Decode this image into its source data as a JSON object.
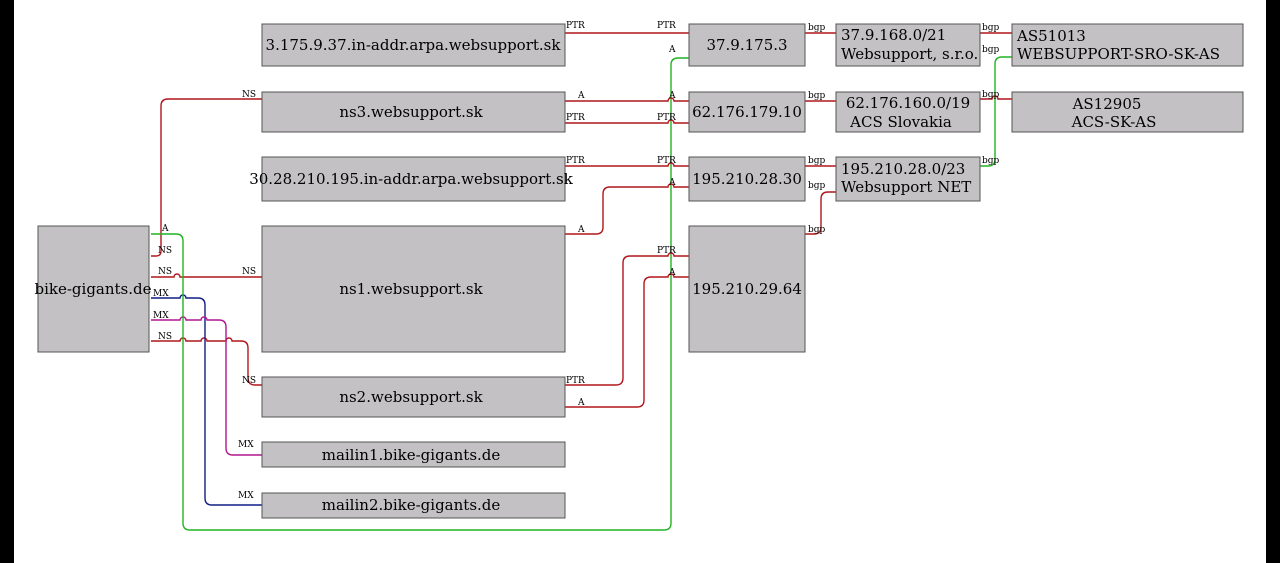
{
  "nodes": {
    "bike_gigants": [
      "bike-gigants.de"
    ],
    "ptr_37": [
      "3.175.9.37.in-addr.arpa.websupport.sk"
    ],
    "ns3": [
      "ns3.websupport.sk"
    ],
    "ptr_195": [
      "30.28.210.195.in-addr.arpa.websupport.sk"
    ],
    "ns1": [
      "ns1.websupport.sk"
    ],
    "ns2": [
      "ns2.websupport.sk"
    ],
    "mailin1": [
      "mailin1.bike-gigants.de"
    ],
    "mailin2": [
      "mailin2.bike-gigants.de"
    ],
    "ip_37_9_175_3": [
      "37.9.175.3"
    ],
    "ip_62_176_179_10": [
      "62.176.179.10"
    ],
    "ip_195_210_28_30": [
      "195.210.28.30"
    ],
    "ip_195_210_29_64": [
      "195.210.29.64"
    ],
    "net_37_9_168": [
      "37.9.168.0/21",
      "Websupport, s.r.o."
    ],
    "net_62_176_160": [
      "62.176.160.0/19",
      "ACS Slovakia"
    ],
    "net_195_210_28": [
      "195.210.28.0/23",
      "Websupport NET"
    ],
    "as51013": [
      "AS51013",
      "WEBSUPPORT-SRO-SK-AS"
    ],
    "as12905": [
      "AS12905",
      "ACS-SK-AS"
    ]
  },
  "edge_labels": {
    "ptr": "PTR",
    "a": "A",
    "ns": "NS",
    "mx": "MX",
    "bgp": "bgp"
  },
  "colors": {
    "ns": "#b0161b",
    "a": "#b0161b",
    "ptr": "#b0161b",
    "bgp": "#b0161b",
    "a_green": "#22b422",
    "mx_blue": "#0f1e86",
    "mx_magenta": "#b1168f",
    "asn_link_green": "#22b422"
  }
}
